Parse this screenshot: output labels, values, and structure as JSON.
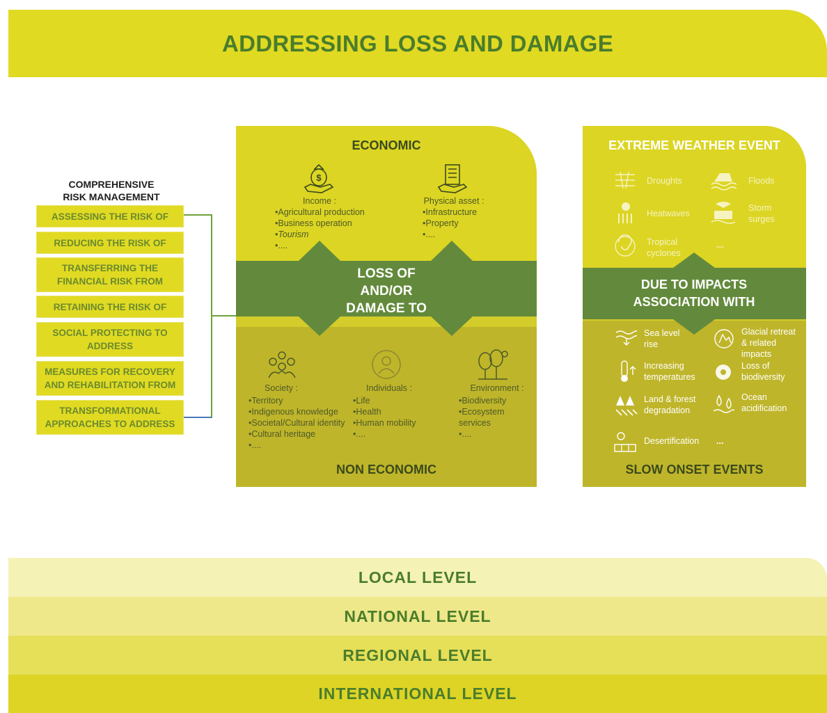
{
  "title": "ADDRESSING LOSS AND DAMAGE",
  "crm": {
    "title_line1": "COMPREHENSIVE",
    "title_line2": "RISK MANAGEMENT",
    "items": [
      {
        "l1": "ASSESSING THE RISK OF",
        "l2": ""
      },
      {
        "l1": "REDUCING THE RISK OF",
        "l2": ""
      },
      {
        "l1": "TRANSFERRING THE",
        "l2": "FINANCIAL RISK FROM"
      },
      {
        "l1": "RETAINING THE RISK OF",
        "l2": ""
      },
      {
        "l1": "SOCIAL PROTECTING TO",
        "l2": "ADDRESS"
      },
      {
        "l1": "MEASURES FOR RECOVERY",
        "l2": "AND REHABILITATION FROM"
      },
      {
        "l1": "TRANSFORMATIONAL",
        "l2": "APPROACHES TO ADDRESS"
      }
    ]
  },
  "economic": {
    "heading": "ECONOMIC",
    "income": {
      "label": "Income :",
      "items": [
        "Agricultural production",
        "Business operation",
        "Tourism",
        "...."
      ]
    },
    "physical": {
      "label": "Physical asset :",
      "items": [
        "Infrastructure",
        "Property",
        "...."
      ]
    },
    "band_l1": "LOSS OF",
    "band_l2": "AND/OR",
    "band_l3": "DAMAGE TO",
    "society": {
      "label": "Society :",
      "items": [
        "Territory",
        "Indigenous knowledge",
        "Societal/Cultural identity",
        "Cultural heritage",
        "...."
      ]
    },
    "individuals": {
      "label": "Individuals :",
      "items": [
        "Life",
        "Health",
        "Human mobility",
        "...."
      ]
    },
    "environment": {
      "label": "Environment :",
      "items": [
        "Biodiversity",
        "Ecosystem services",
        "...."
      ]
    },
    "footer": "NON ECONOMIC"
  },
  "weather": {
    "heading": "EXTREME WEATHER EVENT",
    "events": [
      "Droughts",
      "Floods",
      "Heatwaves",
      "Storm surges",
      "Tropical cyclones",
      "..."
    ],
    "band_l1": "DUE TO IMPACTS",
    "band_l2": "ASSOCIATION WITH",
    "slow": [
      "Sea level rise",
      "Glacial retreat & related impacts",
      "Increasing temperatures",
      "Loss of biodiversity",
      "Land & forest degradation",
      "Ocean acidification",
      "Desertification",
      "..."
    ],
    "footer": "SLOW ONSET EVENTS"
  },
  "levels": [
    "LOCAL LEVEL",
    "NATIONAL LEVEL",
    "REGIONAL LEVEL",
    "INTERNATIONAL LEVEL"
  ],
  "colors": {
    "lime": "#e1da22",
    "dark_green": "#638a3c",
    "olive": "#bfb52a",
    "title_green": "#4a7d2c"
  },
  "icons": [
    "money-bag-hand-icon",
    "building-hand-icon",
    "people-group-icon",
    "person-circle-icon",
    "trees-icon",
    "drought-icon",
    "flood-icon",
    "heatwave-icon",
    "storm-surge-icon",
    "cyclone-icon",
    "sea-level-icon",
    "glacier-icon",
    "thermometer-icon",
    "flower-icon",
    "forest-icon",
    "ocean-drops-icon",
    "desert-icon"
  ]
}
